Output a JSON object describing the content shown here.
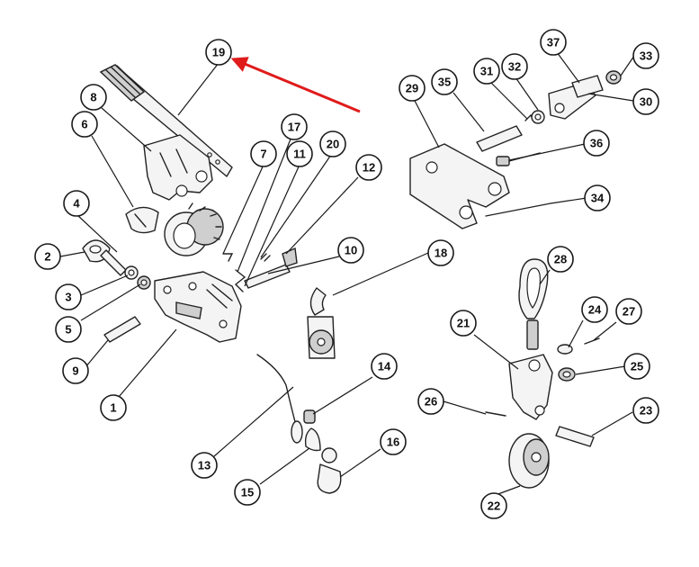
{
  "callouts": {
    "c1": "1",
    "c2": "2",
    "c3": "3",
    "c4": "4",
    "c5": "5",
    "c6": "6",
    "c7": "7",
    "c8": "8",
    "c9": "9",
    "c10": "10",
    "c11": "11",
    "c12": "12",
    "c13": "13",
    "c14": "14",
    "c15": "15",
    "c16": "16",
    "c17": "17",
    "c18": "18",
    "c19": "19",
    "c20": "20",
    "c21": "21",
    "c22": "22",
    "c23": "23",
    "c24": "24",
    "c25": "25",
    "c26": "26",
    "c27": "27",
    "c28": "28",
    "c29": "29",
    "c30": "30",
    "c31": "31",
    "c32": "32",
    "c33": "33",
    "c34": "34",
    "c35": "35",
    "c36": "36",
    "c37": "37"
  },
  "highlight": {
    "callout": "19",
    "arrow_color": "#e01b1b"
  }
}
